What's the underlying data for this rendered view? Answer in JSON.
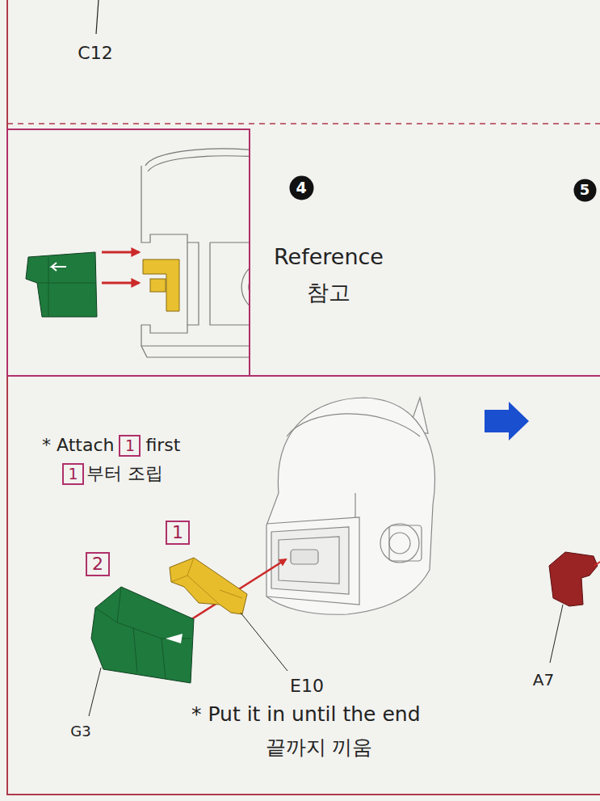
{
  "diagram": {
    "nodes": [
      {
        "text": [
          "4"
        ]
      },
      {
        "text": [
          "5"
        ]
      },
      {
        "text": [
          "1"
        ]
      },
      {
        "text": [
          "1"
        ]
      },
      {
        "text": [
          "1"
        ]
      },
      {
        "text": [
          "2"
        ]
      }
    ],
    "labels": [
      "C12",
      "Reference",
      "참고",
      "* Attach",
      "first",
      "부터 조립",
      "E10",
      "G3",
      "* Put it in until the end",
      "끝까지 끼움",
      "A7"
    ]
  }
}
